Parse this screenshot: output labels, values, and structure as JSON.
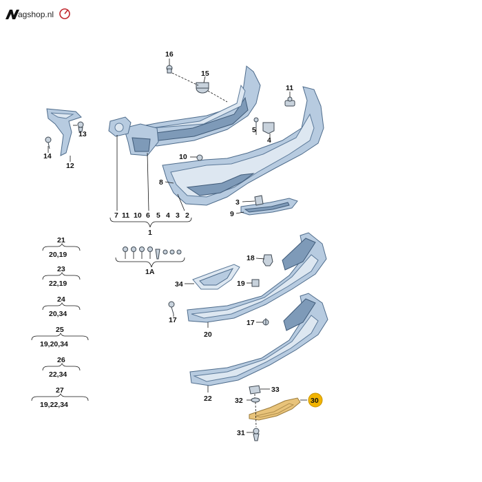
{
  "logo": {
    "text": "agshop.nl"
  },
  "labels": {
    "l16": "16",
    "l15": "15",
    "l11": "11",
    "l13": "13",
    "l14": "14",
    "l12": "12",
    "l5": "5",
    "l4": "4",
    "l10": "10",
    "l8": "8",
    "l3": "3",
    "l9": "9",
    "l18": "18",
    "l19": "19",
    "l34": "34",
    "l17a": "17",
    "l17b": "17",
    "l20": "20",
    "l22": "22",
    "l33": "33",
    "l32": "32",
    "l30": "30",
    "l31": "31"
  },
  "group1": {
    "items": [
      "7",
      "11",
      "10",
      "6",
      "5",
      "4",
      "3",
      "2"
    ],
    "total": "1"
  },
  "group1A": {
    "total": "1A"
  },
  "legend": [
    {
      "id": "21",
      "items": "20,19"
    },
    {
      "id": "23",
      "items": "22,19"
    },
    {
      "id": "24",
      "items": "20,34"
    },
    {
      "id": "25",
      "items": "19,20,34"
    },
    {
      "id": "26",
      "items": "22,34"
    },
    {
      "id": "27",
      "items": "19,22,34"
    }
  ],
  "highlight_color": "#f2b400"
}
